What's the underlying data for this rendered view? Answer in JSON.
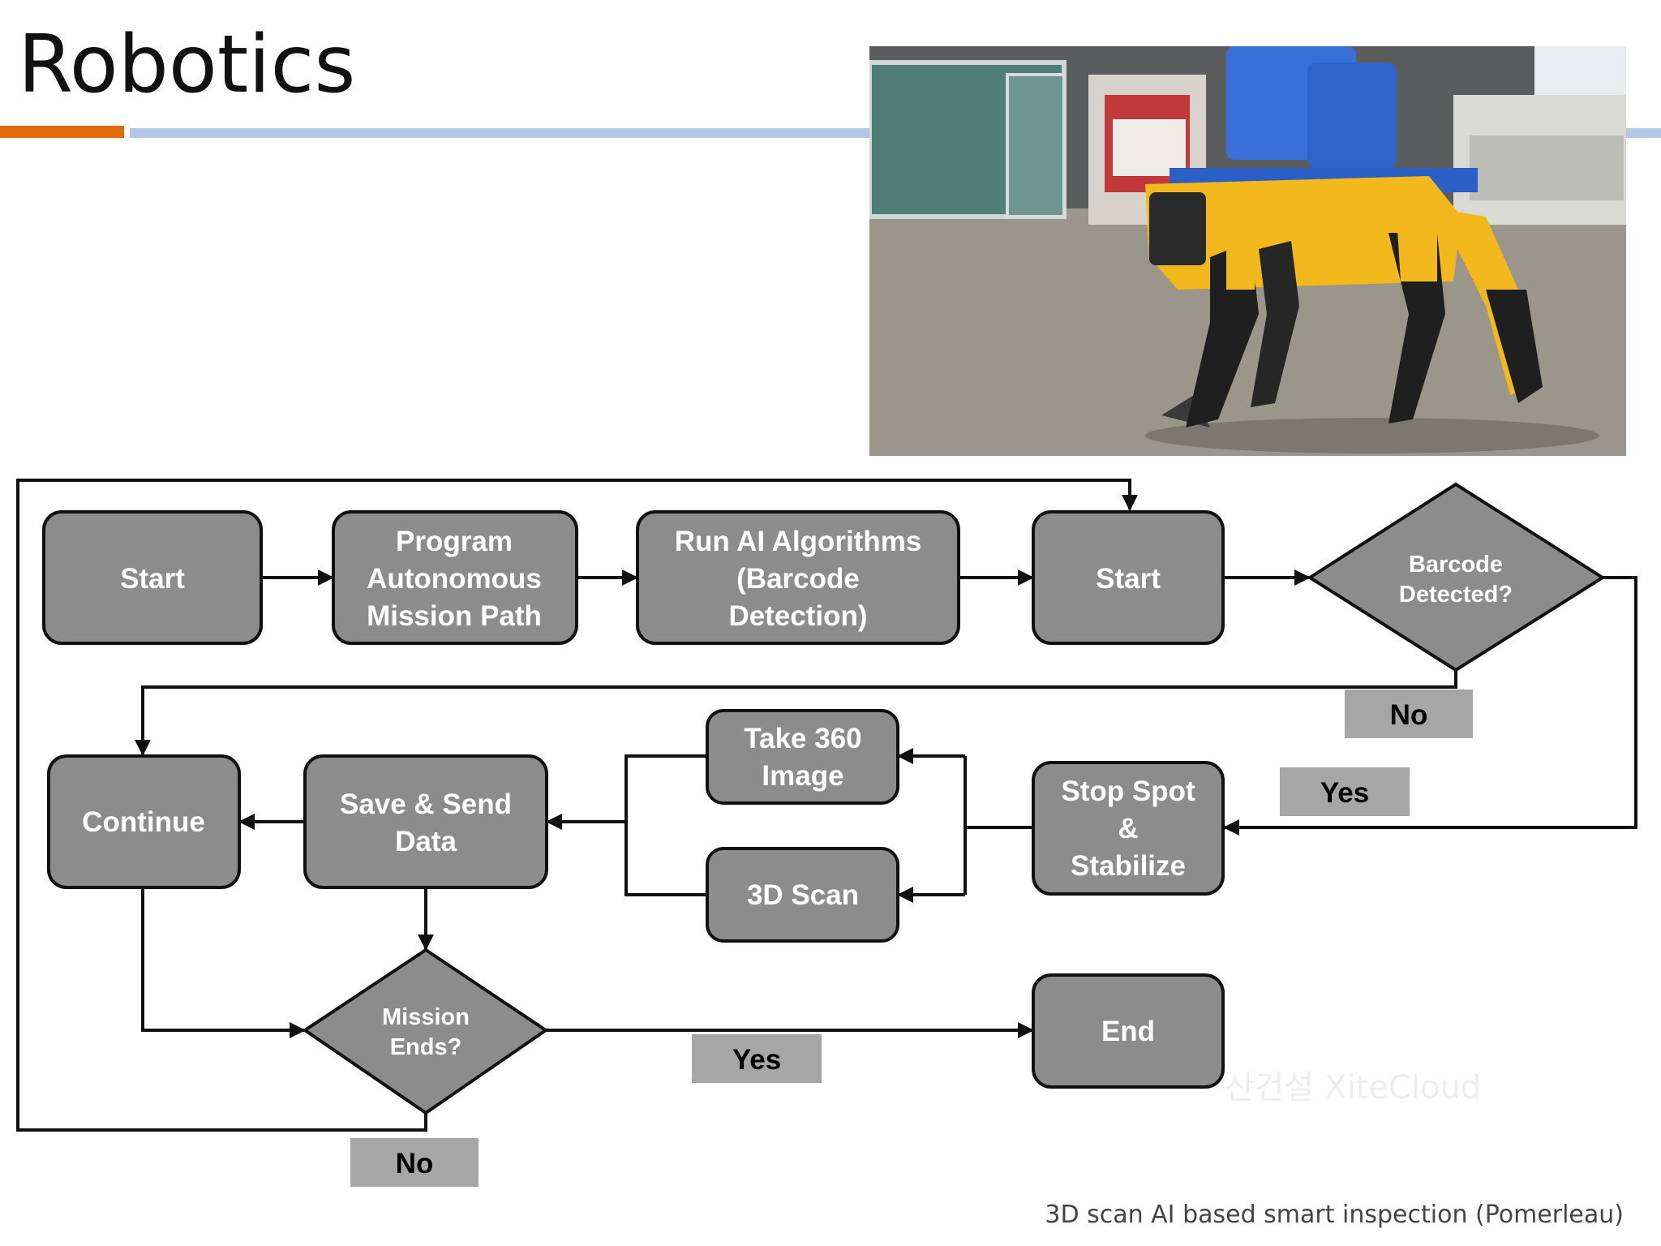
{
  "slide": {
    "title": "Robotics",
    "caption": "3D scan AI based smart inspection (Pomerleau)",
    "watermark": "산건설 XiteCloud",
    "accent_color": "#e36c0a",
    "rule_color": "#b4c7e7"
  },
  "flowchart": {
    "nodes": {
      "start1": [
        "Start"
      ],
      "program": [
        "Program",
        "Autonomous",
        "Mission Path"
      ],
      "run_ai": [
        "Run AI Algorithms",
        "(Barcode",
        "Detection)"
      ],
      "start2": [
        "Start"
      ],
      "barcode_detected": [
        "Barcode",
        "Detected?"
      ],
      "stop_spot": [
        "Stop Spot",
        "&",
        "Stabilize"
      ],
      "take_360": [
        "Take 360",
        "Image"
      ],
      "scan_3d": [
        "3D Scan"
      ],
      "save_send": [
        "Save & Send",
        "Data"
      ],
      "continue": [
        "Continue"
      ],
      "mission_ends": [
        "Mission",
        "Ends?"
      ],
      "end": [
        "End"
      ]
    },
    "labels": {
      "barcode_no": "No",
      "barcode_yes": "Yes",
      "mission_yes": "Yes",
      "mission_no": "No"
    },
    "colors": {
      "node_fill": "#8c8c8c",
      "label_fill": "#a6a6a6",
      "stroke": "#111111"
    }
  },
  "photo": {
    "subject": "robot-dog-with-3d-scanner",
    "robot_color": "#f2b81c",
    "scanner_color": "#3a6fd8"
  }
}
